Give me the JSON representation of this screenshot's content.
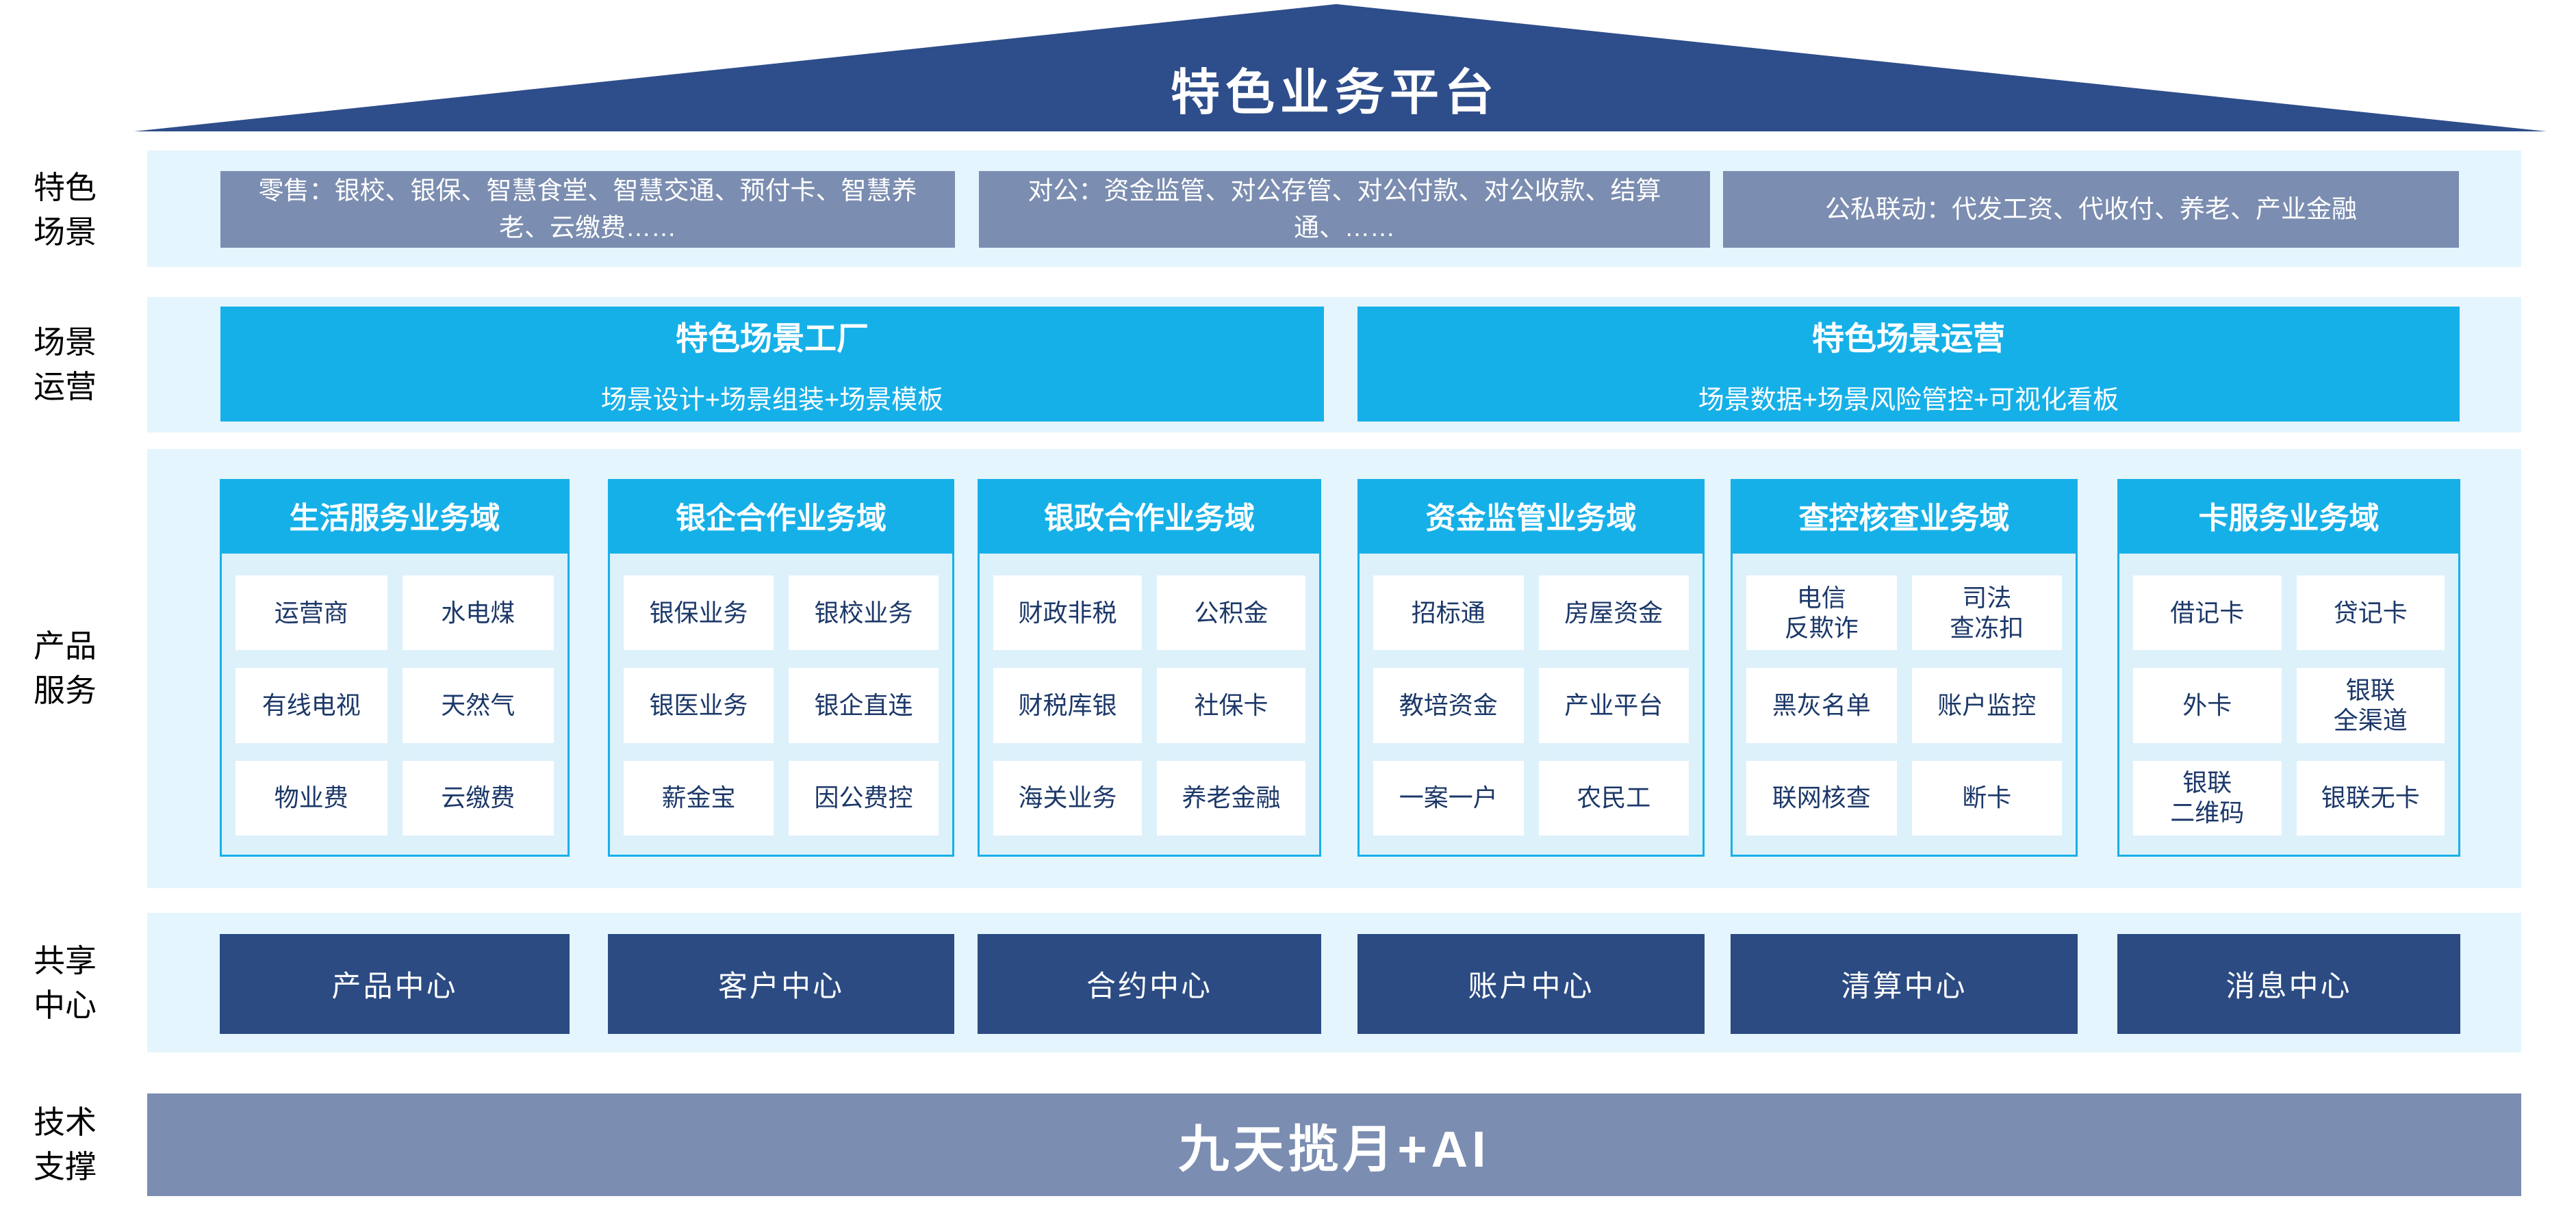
{
  "platform": {
    "title": "特色业务平台"
  },
  "side_labels": [
    {
      "id": "special-scenes",
      "text": "特色\n场景"
    },
    {
      "id": "scene-operation",
      "text": "场景\n运营"
    },
    {
      "id": "product-service",
      "text": "产品\n服务"
    },
    {
      "id": "shared-center",
      "text": "共享\n中心"
    },
    {
      "id": "tech-support",
      "text": "技术\n支撑"
    }
  ],
  "scene_row": {
    "boxes": [
      {
        "text": "零售：银校、银保、智慧食堂、智慧交通、预付卡、智慧养老、云缴费……"
      },
      {
        "text": "对公：资金监管、对公存管、对公付款、对公收款、结算通、……"
      },
      {
        "text": "公私联动：代发工资、代收付、养老、产业金融"
      }
    ]
  },
  "operation_row": {
    "boxes": [
      {
        "title": "特色场景工厂",
        "subtitle": "场景设计+场景组装+场景模板"
      },
      {
        "title": "特色场景运营",
        "subtitle": "场景数据+场景风险管控+可视化看板"
      }
    ]
  },
  "product_columns": [
    {
      "header": "生活服务业务域",
      "cells": [
        "运营商",
        "水电煤",
        "有线电视",
        "天然气",
        "物业费",
        "云缴费"
      ]
    },
    {
      "header": "银企合作业务域",
      "cells": [
        "银保业务",
        "银校业务",
        "银医业务",
        "银企直连",
        "薪金宝",
        "因公费控"
      ]
    },
    {
      "header": "银政合作业务域",
      "cells": [
        "财政非税",
        "公积金",
        "财税库银",
        "社保卡",
        "海关业务",
        "养老金融"
      ]
    },
    {
      "header": "资金监管业务域",
      "cells": [
        "招标通",
        "房屋资金",
        "教培资金",
        "产业平台",
        "一案一户",
        "农民工"
      ]
    },
    {
      "header": "查控核查业务域",
      "cells": [
        "电信\n反欺诈",
        "司法\n查冻扣",
        "黑灰名单",
        "账户监控",
        "联网核查",
        "断卡"
      ]
    },
    {
      "header": "卡服务业务域",
      "cells": [
        "借记卡",
        "贷记卡",
        "外卡",
        "银联\n全渠道",
        "银联\n二维码",
        "银联无卡"
      ]
    }
  ],
  "shared_centers": [
    "产品中心",
    "客户中心",
    "合约中心",
    "账户中心",
    "清算中心",
    "消息中心"
  ],
  "tech_support": {
    "label": "九天揽月+AI"
  },
  "colors": {
    "roof_navy": "#2E4D8B",
    "steel_blue": "#7B8DB0",
    "cyan_accent": "#16B0E8",
    "band_light_blue": "#E4F5FD",
    "column_body_blue": "#DDF1FB",
    "cell_text_navy": "#1C3869",
    "center_navy": "#2B4B82"
  }
}
